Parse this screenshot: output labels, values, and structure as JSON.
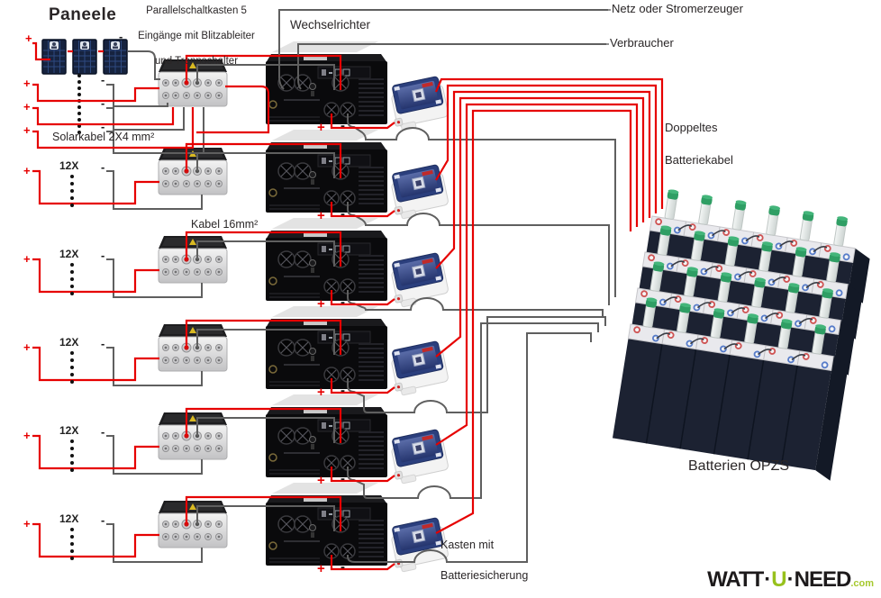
{
  "colors": {
    "wire_positive": "#e60000",
    "wire_negative": "#5f5f5f",
    "battery_cap_green": "#2f9e64",
    "fuse_lid_blue": "#2b3f7d",
    "logo_green": "#97c11d"
  },
  "labels": {
    "paneele": "Paneele",
    "parallel_box_line1": "Parallelschaltkasten 5",
    "parallel_box_line2": "Eingänge mit Blitzableiter",
    "parallel_box_line3": "und Trennschalter",
    "wechselrichter": "Wechselrichter",
    "netz": "Netz oder Stromerzeuger",
    "verbraucher": "Verbraucher",
    "solarkabel": "Solarkabel 2X4 mm²",
    "kabel16": "Kabel 16mm²",
    "doppeltes_line1": "Doppeltes",
    "doppeltes_line2": "Batteriekabel",
    "batterien": "Batterien OPZS",
    "kasten_line1": "Kasten mit",
    "kasten_line2": "Batteriesicherung",
    "string_count": "12X",
    "plus": "+",
    "minus": "-"
  },
  "logo": {
    "watt": "WATT",
    "dot1": "·",
    "u": "U",
    "dot2": "·",
    "need": "NEED",
    "tld": ".com"
  }
}
